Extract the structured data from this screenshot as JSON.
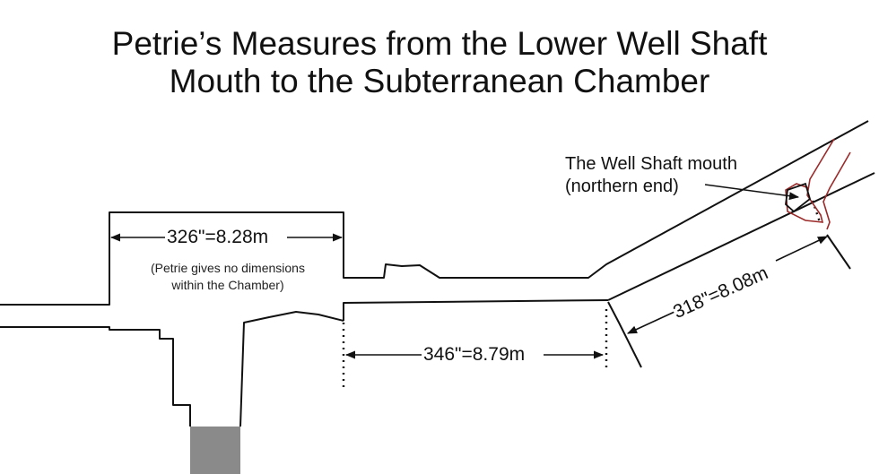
{
  "title": {
    "line1": "Petrie’s Measures from the Lower Well Shaft",
    "line2": "Mouth to the Subterranean Chamber"
  },
  "labels": {
    "chamber_width": "326\"=8.28m",
    "chamber_note_line1": "(Petrie gives no dimensions",
    "chamber_note_line2": "within the Chamber)",
    "passage_length": "346\"=8.79m",
    "descending_length": "318\"=8.08m",
    "well_mouth_line1": "The Well Shaft mouth",
    "well_mouth_line2": "(northern end)"
  },
  "colors": {
    "line": "#111111",
    "well_shaft_outline": "#9b2a2a",
    "pit_fill": "#8a8a8a"
  }
}
